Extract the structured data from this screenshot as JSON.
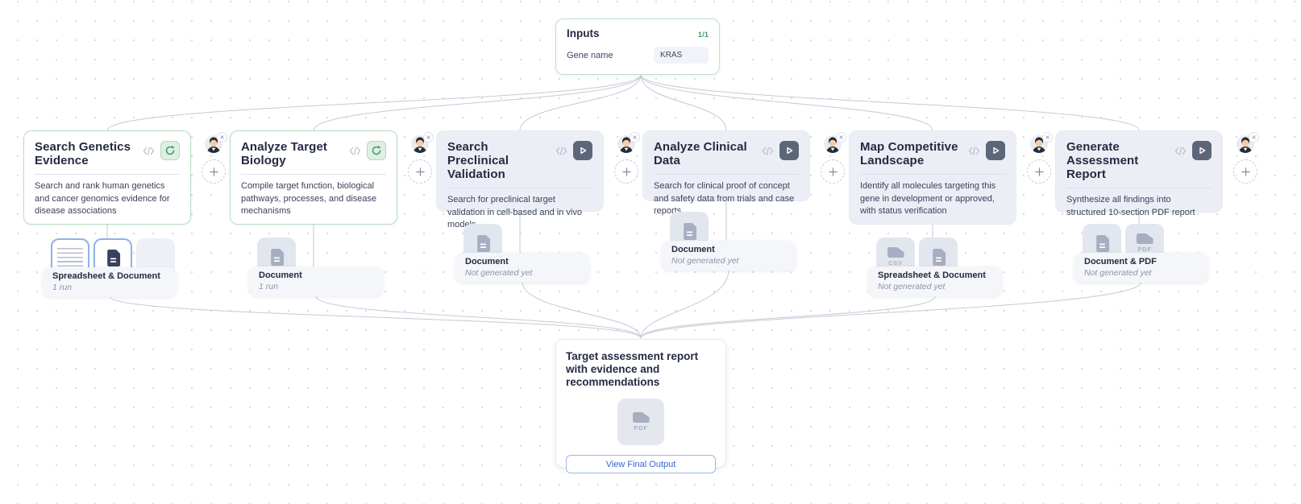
{
  "colors": {
    "accent_green": "#3f9e63",
    "edge": "#c6cad7",
    "action_blue": "#3a66cc",
    "card_gray": "#eceef5"
  },
  "inputs_node": {
    "title": "Inputs",
    "progress": "1/1",
    "fields": [
      {
        "label": "Gene name",
        "value": "KRAS"
      }
    ]
  },
  "tasks": [
    {
      "title": "Search Genetics Evidence",
      "description": "Search and rank human genetics and cancer genomics evidence for disease associations",
      "state": "completed",
      "output_label": "Spreadsheet & Document",
      "output_status": "1 run"
    },
    {
      "title": "Analyze Target Biology",
      "description": "Compile target function, biological pathways, processes, and disease mechanisms",
      "state": "completed",
      "output_label": "Document",
      "output_status": "1 run"
    },
    {
      "title": "Search Preclinical Validation",
      "description": "Search for preclinical target validation in cell-based and in vivo models",
      "state": "not_run",
      "output_label": "Document",
      "output_status": "Not generated yet"
    },
    {
      "title": "Analyze Clinical Data",
      "description": "Search for clinical proof of concept and safety data from trials and case reports",
      "state": "not_run",
      "output_label": "Document",
      "output_status": "Not generated yet"
    },
    {
      "title": "Map Competitive Landscape",
      "description": "Identify all molecules targeting this gene in development or approved, with status verification",
      "state": "not_run",
      "output_label": "Spreadsheet & Document",
      "output_status": "Not generated yet"
    },
    {
      "title": "Generate Assessment Report",
      "description": "Synthesize all findings into structured 10-section PDF report",
      "state": "not_run",
      "output_label": "Document & PDF",
      "output_status": "Not generated yet"
    }
  ],
  "file_tags": {
    "csv": "CSV",
    "pdf": "PDF"
  },
  "final_node": {
    "title": "Target assessment report with evidence and recommendations",
    "file_tag": "PDF",
    "button_label": "View Final Output"
  }
}
